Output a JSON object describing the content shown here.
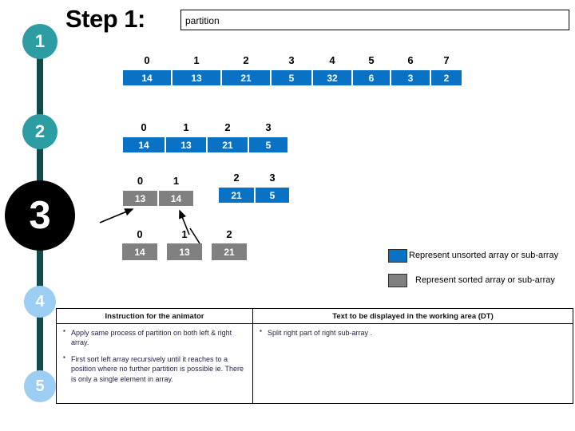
{
  "header": {
    "step_title": "Step 1:",
    "title_field_value": "partition"
  },
  "timeline": {
    "steps": [
      {
        "label": "1",
        "state": "done"
      },
      {
        "label": "2",
        "state": "done"
      },
      {
        "label": "3",
        "state": "current"
      },
      {
        "label": "4",
        "state": "upcoming"
      },
      {
        "label": "5",
        "state": "upcoming"
      }
    ],
    "colors": {
      "done": "#2e9ca3",
      "current": "#000000",
      "upcoming": "#9ccdf2",
      "rail": "#114b4b"
    }
  },
  "arrays": {
    "row1": {
      "indices": [
        "0",
        "1",
        "2",
        "3",
        "4",
        "5",
        "6",
        "7"
      ],
      "values": [
        "14",
        "13",
        "21",
        "5",
        "32",
        "6",
        "3",
        "2"
      ],
      "colors": [
        "blue",
        "blue",
        "blue",
        "blue",
        "blue",
        "blue",
        "blue",
        "blue"
      ]
    },
    "row2": {
      "indices": [
        "0",
        "1",
        "2",
        "3"
      ],
      "values": [
        "14",
        "13",
        "21",
        "5"
      ],
      "colors": [
        "blue",
        "blue",
        "blue",
        "blue"
      ]
    },
    "row3_left": {
      "indices": [
        "0",
        "1"
      ],
      "values": [
        "13",
        "14"
      ],
      "colors": [
        "gray",
        "gray"
      ]
    },
    "row3_right": {
      "indices": [
        "2",
        "3"
      ],
      "values": [
        "21",
        "5"
      ],
      "colors": [
        "blue",
        "blue"
      ]
    },
    "row4": {
      "indices": [
        "0",
        "1",
        "2"
      ],
      "values": [
        "14",
        "13",
        "21"
      ],
      "colors": [
        "gray",
        "gray",
        "gray"
      ]
    }
  },
  "legend": {
    "items": [
      {
        "swatch": "blue",
        "text": "Represent  unsorted array or sub-array"
      },
      {
        "swatch": "gray",
        "text": "Represent  sorted array or sub-array"
      }
    ]
  },
  "table": {
    "headers": {
      "left": "Instruction for the animator",
      "right": "Text to be displayed in the working area (DT)"
    },
    "left_bullets": [
      "Apply same process of partition on both left & right array.",
      "First sort left array recursively until it reaches to a position where no further partition is possible ie. There is only a single element in array."
    ],
    "right_bullets": [
      "Split right part of right  sub-array ."
    ]
  },
  "colors": {
    "unsorted_blue": "#0a72c4",
    "sorted_gray": "#808080",
    "text_dark": "#222244"
  }
}
